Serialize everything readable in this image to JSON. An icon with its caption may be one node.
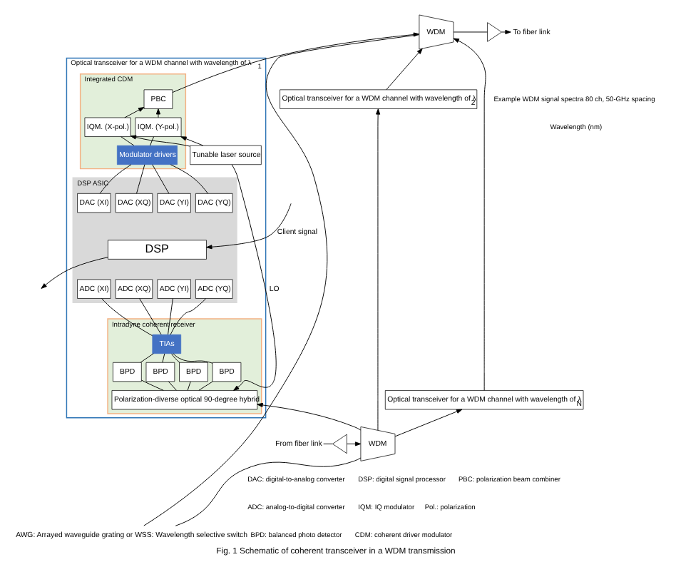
{
  "diagram": {
    "caption": "Fig. 1 Schematic of coherent transceiver in a WDM transmission",
    "nodes": [
      {
        "text": [
          "Optical transceiver for a WDM channel with wavelength of λ$_{1}$"
        ]
      },
      {
        "text": [
          "Integrated CDM"
        ],
        "in": 0
      },
      {
        "text": [
          "IQM. (X-pol.)"
        ],
        "in": 1
      },
      {
        "text": [
          "IQM. (Y-pol.)"
        ],
        "in": 1
      },
      {
        "text": [
          "PBC"
        ],
        "in": 1
      },
      {
        "text": [
          "Modulator drivers"
        ],
        "in": 1
      },
      {
        "text": [
          "Tunable laser source"
        ],
        "in": 0
      },
      {
        "text": [
          "DSP ASIC"
        ],
        "in": 0
      },
      {
        "text": [
          "DAC (XI)"
        ],
        "in": 7
      },
      {
        "text": [
          "DAC (XQ)"
        ],
        "in": 7
      },
      {
        "text": [
          "DAC (YI)"
        ],
        "in": 7
      },
      {
        "text": [
          "DAC (YQ)"
        ],
        "in": 7
      },
      {
        "text": [
          "DSP"
        ],
        "in": 7
      },
      {
        "text": [
          "ADC (XI)"
        ],
        "in": 7
      },
      {
        "text": [
          "ADC (XQ)"
        ],
        "in": 7
      },
      {
        "text": [
          "ADC (YI)"
        ],
        "in": 7
      },
      {
        "text": [
          "ADC (YQ)"
        ],
        "in": 7
      },
      {
        "text": [
          "Intradyne coherent receiver"
        ],
        "in": 0
      },
      {
        "text": [
          "TIAs"
        ],
        "in": 17
      },
      {
        "text": [
          "BPD"
        ],
        "in": 17
      },
      {
        "text": [
          "BPD"
        ],
        "in": 17
      },
      {
        "text": [
          "BPD"
        ],
        "in": 17
      },
      {
        "text": [
          "BPD"
        ],
        "in": 17
      },
      {
        "text": [
          "Polarization-diverse optical 90-degree hybrid"
        ],
        "in": 17
      },
      {
        "text": [
          "Optical transceiver for a WDM channel with wavelength of λ$_{2}$"
        ]
      },
      {
        "text": [
          "Optical transceiver for a WDM channel with wavelength of λ$_{N}$"
        ]
      },
      {
        "text": [
          "WDM"
        ]
      },
      {
        "text": [
          "WDM"
        ]
      },
      {
        "text": [],
        "shape": "triangle"
      },
      {
        "text": [],
        "shape": "triangle"
      },
      {
        "text": [
          "To fiber link"
        ]
      },
      {
        "text": [
          "From fiber link"
        ]
      },
      {
        "text": [
          "AWG: Arrayed waveguide grating or WSS: Wavelength selective switch"
        ]
      }
    ],
    "edges": [
      {
        "from": 6,
        "to": 2,
        "arrow": "to"
      },
      {
        "from": 6,
        "to": 3,
        "arrow": "to"
      },
      {
        "from": 6,
        "to": 23,
        "arrow": "to",
        "label": "LO"
      },
      {
        "from": 2,
        "to": 4,
        "arrow": "to"
      },
      {
        "from": 3,
        "to": 4,
        "arrow": "to"
      },
      {
        "from": 8,
        "to": 5,
        "arrow": "none"
      },
      {
        "from": 9,
        "to": 5,
        "arrow": "none"
      },
      {
        "from": 10,
        "to": 5,
        "arrow": "none"
      },
      {
        "from": 11,
        "to": 5,
        "arrow": "none"
      },
      {
        "from": 5,
        "to": 2,
        "arrow": "none"
      },
      {
        "from": 5,
        "to": 3,
        "arrow": "none"
      },
      {
        "from": null,
        "to": 12,
        "arrow": "to",
        "label": "Client signal"
      },
      {
        "from": 12,
        "to": null,
        "arrow": "to"
      },
      {
        "from": 18,
        "to": 13,
        "arrow": "none"
      },
      {
        "from": 18,
        "to": 14,
        "arrow": "none"
      },
      {
        "from": 18,
        "to": 15,
        "arrow": "none"
      },
      {
        "from": 18,
        "to": 16,
        "arrow": "none"
      },
      {
        "from": 19,
        "to": 18,
        "arrow": "none"
      },
      {
        "from": 20,
        "to": 18,
        "arrow": "none"
      },
      {
        "from": 21,
        "to": 18,
        "arrow": "none"
      },
      {
        "from": 22,
        "to": 18,
        "arrow": "none"
      },
      {
        "from": 23,
        "to": 19,
        "arrow": "none"
      },
      {
        "from": 23,
        "to": 20,
        "arrow": "none"
      },
      {
        "from": 23,
        "to": 21,
        "arrow": "none"
      },
      {
        "from": 23,
        "to": 22,
        "arrow": "none"
      },
      {
        "from": 4,
        "to": 26,
        "arrow": "to"
      },
      {
        "from": 24,
        "to": 26,
        "arrow": "to"
      },
      {
        "from": 25,
        "to": 26,
        "arrow": "to"
      },
      {
        "from": 26,
        "to": 28,
        "arrow": "none"
      },
      {
        "from": 28,
        "to": 30,
        "arrow": "to"
      },
      {
        "from": 31,
        "to": 29,
        "arrow": "none"
      },
      {
        "from": 29,
        "to": 27,
        "arrow": "to"
      },
      {
        "from": 27,
        "to": 23,
        "arrow": "to"
      },
      {
        "from": 27,
        "to": 24,
        "arrow": "to"
      },
      {
        "from": 27,
        "to": 25,
        "arrow": "to"
      },
      {
        "from": 32,
        "to": 26,
        "arrow": "none"
      },
      {
        "from": 32,
        "to": 27,
        "arrow": "none"
      }
    ],
    "labels": [
      "Example WDM signal spectra 80 ch, 50-GHz spacing",
      "Wavelength (nm)",
      "DAC: digital-to-analog converter",
      "DSP: digital signal processor",
      "PBC: polarization beam combiner",
      "ADC: analog-to-digital converter",
      "IQM: IQ modulator",
      "Pol.: polarization",
      "BPD: balanced photo detector",
      "CDM: coherent driver modulator"
    ]
  }
}
